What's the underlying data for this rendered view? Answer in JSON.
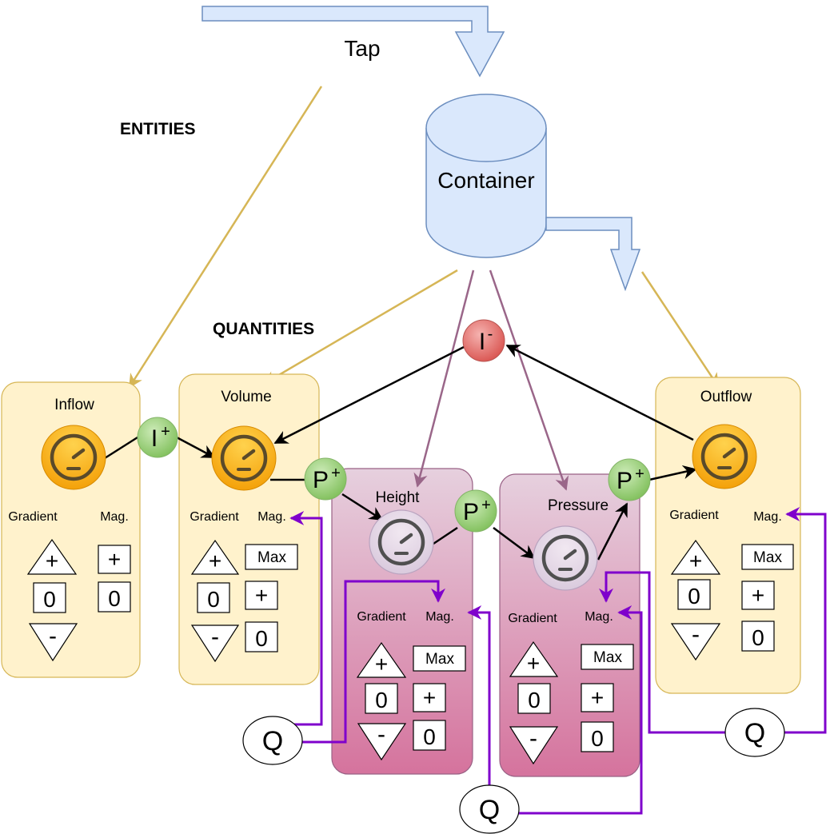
{
  "labels": {
    "tap": "Tap",
    "container": "Container",
    "entities": "ENTITIES",
    "quantities": "QUANTITIES"
  },
  "cards": {
    "inflow": {
      "title": "Inflow",
      "gradient": "Gradient",
      "mag": "Mag.",
      "grad_value": "0",
      "mag_plus": "+",
      "mag_value": "0"
    },
    "volume": {
      "title": "Volume",
      "gradient": "Gradient",
      "mag": "Mag.",
      "grad_value": "0",
      "mag_max": "Max",
      "mag_plus": "+",
      "mag_value": "0"
    },
    "height": {
      "title": "Height",
      "gradient": "Gradient",
      "mag": "Mag.",
      "grad_value": "0",
      "mag_max": "Max",
      "mag_plus": "+",
      "mag_value": "0"
    },
    "pressure": {
      "title": "Pressure",
      "gradient": "Gradient",
      "mag": "Mag.",
      "grad_value": "0",
      "mag_max": "Max",
      "mag_plus": "+",
      "mag_value": "0"
    },
    "outflow": {
      "title": "Outflow",
      "gradient": "Gradient",
      "mag": "Mag.",
      "grad_value": "0",
      "mag_max": "Max",
      "mag_plus": "+",
      "mag_value": "0"
    }
  },
  "nodes": {
    "i_plus": {
      "letter": "I",
      "sign": "+"
    },
    "i_minus": {
      "letter": "I",
      "sign": "-"
    },
    "p_plus": {
      "letter": "P",
      "sign": "+"
    },
    "q": "Q"
  },
  "colors": {
    "card_yellow": "#fff2cc",
    "card_yellow_border": "#d6b656",
    "card_pink_top": "#e6d0de",
    "card_pink_bottom": "#d5739d",
    "card_pink_border": "#996185",
    "container_fill": "#dae8fc",
    "container_border": "#6c8ebf",
    "green_node": "#97d077",
    "red_node": "#ea6b66",
    "gold_line": "#d6b656",
    "mauve_line": "#9a6689",
    "purple_line": "#7f00cc"
  }
}
